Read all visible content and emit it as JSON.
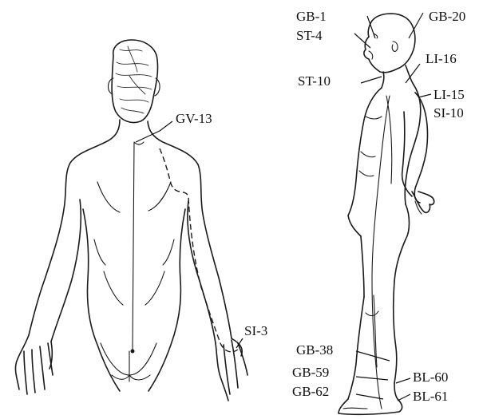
{
  "figures": {
    "back_view": {
      "label": "back-view-figure"
    },
    "side_view": {
      "label": "side-view-figure"
    }
  },
  "points": {
    "gv13": "GV-13",
    "si3": "SI-3",
    "gb1": "GB-1",
    "st4": "ST-4",
    "gb20": "GB-20",
    "li16": "LI-16",
    "st10": "ST-10",
    "li15": "LI-15",
    "si10": "SI-10",
    "gb38": "GB-38",
    "gb59": "GB-59",
    "gb62": "GB-62",
    "bl60": "BL-60",
    "bl61": "BL-61"
  },
  "colors": {
    "ink": "#1a1a1a",
    "background": "#ffffff"
  }
}
